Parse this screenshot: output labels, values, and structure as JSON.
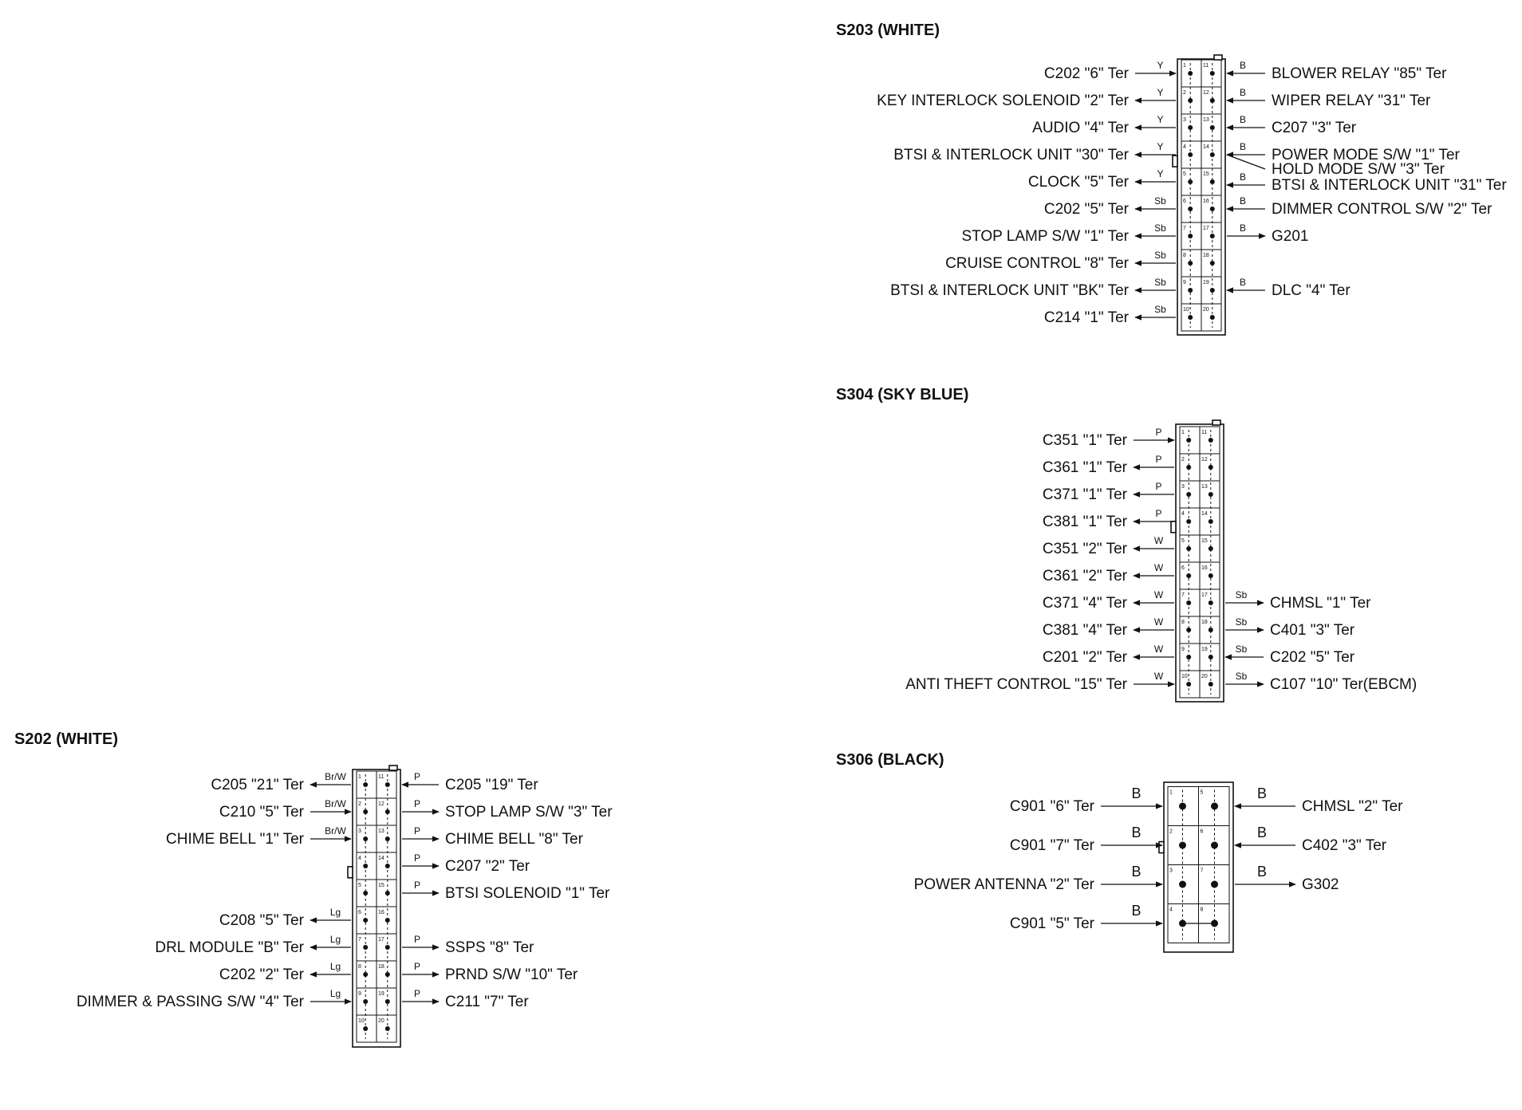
{
  "connectors": [
    {
      "id": "s203",
      "title": "S203 (WHITE)",
      "pins": 20,
      "left": [
        {
          "label": "C202 \"6\" Ter",
          "wire": "Y",
          "dir": "in"
        },
        {
          "label": "KEY INTERLOCK SOLENOID \"2\" Ter",
          "wire": "Y",
          "dir": "out"
        },
        {
          "label": "AUDIO \"4\" Ter",
          "wire": "Y",
          "dir": "out"
        },
        {
          "label": "BTSI & INTERLOCK UNIT \"30\" Ter",
          "wire": "Y",
          "dir": "out"
        },
        {
          "label": "CLOCK \"5\" Ter",
          "wire": "Y",
          "dir": "out"
        },
        {
          "label": "C202 \"5\" Ter",
          "wire": "Sb",
          "dir": "out"
        },
        {
          "label": "STOP LAMP S/W \"1\" Ter",
          "wire": "Sb",
          "dir": "out"
        },
        {
          "label": "CRUISE CONTROL \"8\" Ter",
          "wire": "Sb",
          "dir": "out"
        },
        {
          "label": "BTSI & INTERLOCK UNIT \"BK\" Ter",
          "wire": "Sb",
          "dir": "out"
        },
        {
          "label": "C214 \"1\" Ter",
          "wire": "Sb",
          "dir": "out"
        }
      ],
      "right": [
        {
          "label": "BLOWER RELAY \"85\" Ter",
          "wire": "B",
          "dir": "in",
          "row": 0
        },
        {
          "label": "WIPER RELAY \"31\" Ter",
          "wire": "B",
          "dir": "in",
          "row": 1
        },
        {
          "label": "C207 \"3\" Ter",
          "wire": "B",
          "dir": "in",
          "row": 2
        },
        {
          "label": "POWER MODE S/W \"1\" Ter",
          "wire": "B",
          "dir": "in",
          "row": 3
        },
        {
          "label": "HOLD MODE S/W \"3\" Ter",
          "wire": "",
          "dir": "in",
          "row": 3.5
        },
        {
          "label": "BTSI & INTERLOCK UNIT \"31\" Ter",
          "wire": "B",
          "dir": "in",
          "row": 4
        },
        {
          "label": "DIMMER CONTROL S/W \"2\" Ter",
          "wire": "B",
          "dir": "in",
          "row": 5
        },
        {
          "label": "G201",
          "wire": "B",
          "dir": "out",
          "row": 6
        },
        {
          "label": "DLC \"4\" Ter",
          "wire": "B",
          "dir": "in",
          "row": 8
        }
      ]
    },
    {
      "id": "s304",
      "title": "S304 (SKY BLUE)",
      "pins": 20,
      "left": [
        {
          "label": "C351 \"1\" Ter",
          "wire": "P",
          "dir": "in"
        },
        {
          "label": "C361 \"1\" Ter",
          "wire": "P",
          "dir": "out"
        },
        {
          "label": "C371 \"1\" Ter",
          "wire": "P",
          "dir": "out"
        },
        {
          "label": "C381 \"1\" Ter",
          "wire": "P",
          "dir": "out"
        },
        {
          "label": "C351 \"2\" Ter",
          "wire": "W",
          "dir": "out"
        },
        {
          "label": "C361 \"2\" Ter",
          "wire": "W",
          "dir": "out"
        },
        {
          "label": "C371 \"4\" Ter",
          "wire": "W",
          "dir": "out"
        },
        {
          "label": "C381 \"4\" Ter",
          "wire": "W",
          "dir": "out"
        },
        {
          "label": "C201 \"2\" Ter",
          "wire": "W",
          "dir": "out"
        },
        {
          "label": "ANTI THEFT CONTROL \"15\" Ter",
          "wire": "W",
          "dir": "in"
        }
      ],
      "right": [
        {
          "label": "CHMSL \"1\" Ter",
          "wire": "Sb",
          "dir": "out",
          "row": 6
        },
        {
          "label": "C401 \"3\" Ter",
          "wire": "Sb",
          "dir": "out",
          "row": 7
        },
        {
          "label": "C202 \"5\" Ter",
          "wire": "Sb",
          "dir": "in",
          "row": 8
        },
        {
          "label": "C107 \"10\" Ter(EBCM)",
          "wire": "Sb",
          "dir": "out",
          "row": 9
        }
      ]
    },
    {
      "id": "s202",
      "title": "S202 (WHITE)",
      "pins": 20,
      "left": [
        {
          "label": "C205 \"21\" Ter",
          "wire": "Br/W",
          "dir": "out",
          "row": 0
        },
        {
          "label": "C210 \"5\" Ter",
          "wire": "Br/W",
          "dir": "in",
          "row": 1
        },
        {
          "label": "CHIME BELL \"1\" Ter",
          "wire": "Br/W",
          "dir": "in",
          "row": 2
        },
        {
          "label": "C208 \"5\" Ter",
          "wire": "Lg",
          "dir": "out",
          "row": 5
        },
        {
          "label": "DRL MODULE \"B\" Ter",
          "wire": "Lg",
          "dir": "out",
          "row": 6
        },
        {
          "label": "C202 \"2\" Ter",
          "wire": "Lg",
          "dir": "out",
          "row": 7
        },
        {
          "label": "DIMMER & PASSING S/W \"4\" Ter",
          "wire": "Lg",
          "dir": "in",
          "row": 8
        }
      ],
      "right": [
        {
          "label": "C205 \"19\" Ter",
          "wire": "P",
          "dir": "in",
          "row": 0
        },
        {
          "label": "STOP LAMP S/W \"3\" Ter",
          "wire": "P",
          "dir": "out",
          "row": 1
        },
        {
          "label": "CHIME BELL \"8\" Ter",
          "wire": "P",
          "dir": "out",
          "row": 2
        },
        {
          "label": "C207 \"2\" Ter",
          "wire": "P",
          "dir": "out",
          "row": 3
        },
        {
          "label": "BTSI SOLENOID \"1\" Ter",
          "wire": "P",
          "dir": "out",
          "row": 4
        },
        {
          "label": "SSPS \"8\" Ter",
          "wire": "P",
          "dir": "out",
          "row": 6
        },
        {
          "label": "PRND S/W \"10\" Ter",
          "wire": "P",
          "dir": "out",
          "row": 7
        },
        {
          "label": "C211 \"7\" Ter",
          "wire": "P",
          "dir": "out",
          "row": 8
        }
      ]
    },
    {
      "id": "s306",
      "title": "S306 (BLACK)",
      "pins": 8,
      "left": [
        {
          "label": "C901 \"6\" Ter",
          "wire": "B",
          "dir": "in"
        },
        {
          "label": "C901 \"7\" Ter",
          "wire": "B",
          "dir": "in"
        },
        {
          "label": "POWER ANTENNA \"2\" Ter",
          "wire": "B",
          "dir": "in"
        },
        {
          "label": "C901 \"5\" Ter",
          "wire": "B",
          "dir": "in"
        }
      ],
      "right": [
        {
          "label": "CHMSL \"2\" Ter",
          "wire": "B",
          "dir": "in",
          "row": 0
        },
        {
          "label": "C402 \"3\" Ter",
          "wire": "B",
          "dir": "in",
          "row": 1
        },
        {
          "label": "G302",
          "wire": "B",
          "dir": "out",
          "row": 2
        }
      ]
    }
  ]
}
